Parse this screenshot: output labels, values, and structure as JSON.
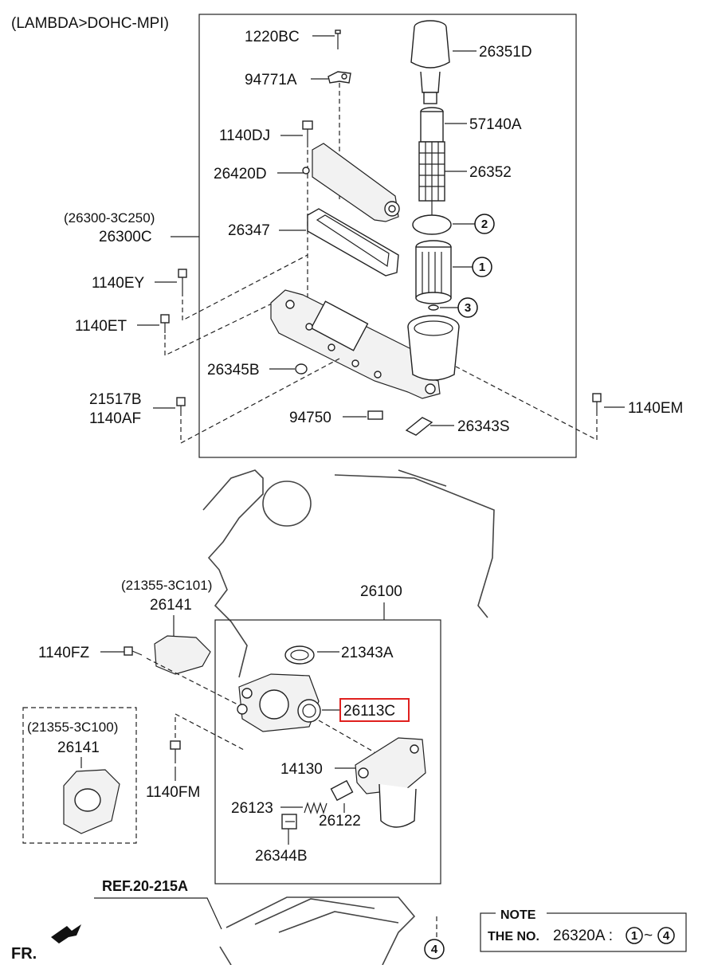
{
  "header": {
    "title": "(LAMBDA>DOHC-MPI)"
  },
  "upper_group": {
    "ref_paren": "(26300-3C250)",
    "ref": "26300C"
  },
  "parts_upper": {
    "p1220BC": "1220BC",
    "p94771A": "94771A",
    "p1140DJ": "1140DJ",
    "p26420D": "26420D",
    "p26347": "26347",
    "p1140EY": "1140EY",
    "p1140ET": "1140ET",
    "p26345B": "26345B",
    "p21517B": "21517B",
    "p1140AF": "1140AF",
    "p94750": "94750",
    "p26351D": "26351D",
    "p57140A": "57140A",
    "p26352": "26352",
    "p26343S": "26343S",
    "p1140EM": "1140EM"
  },
  "callouts": {
    "c1": "1",
    "c2": "2",
    "c3": "3",
    "c4": "4"
  },
  "lower_group": {
    "ref": "26100"
  },
  "parts_lower": {
    "left_paren": "(21355-3C101)",
    "left_num": "26141",
    "p1140FZ": "1140FZ",
    "p21343A": "21343A",
    "p26113C": "26113C",
    "p14130": "14130",
    "p26123": "26123",
    "p26122": "26122",
    "p26344B": "26344B",
    "p1140FM": "1140FM",
    "box_paren": "(21355-3C100)",
    "box_num": "26141"
  },
  "bottom": {
    "ref": "REF.20-215A",
    "fr": "FR."
  },
  "note": {
    "title": "NOTE",
    "text_prefix": "THE NO.",
    "text_num": "26320A :",
    "range_sep": "~",
    "range_from": "1",
    "range_to": "4"
  },
  "colors": {
    "highlight": "#e0201e"
  }
}
